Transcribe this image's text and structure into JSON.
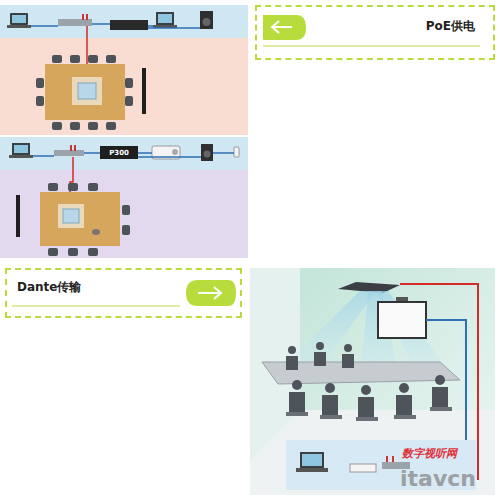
{
  "diagram": {
    "nodes": [
      {
        "text": [
          "PoE供电"
        ]
      },
      {
        "text": [
          "P300"
        ]
      },
      {
        "text": [
          "Dante传输"
        ]
      }
    ],
    "labels": [
      "数字视听网",
      "itavcn"
    ]
  }
}
